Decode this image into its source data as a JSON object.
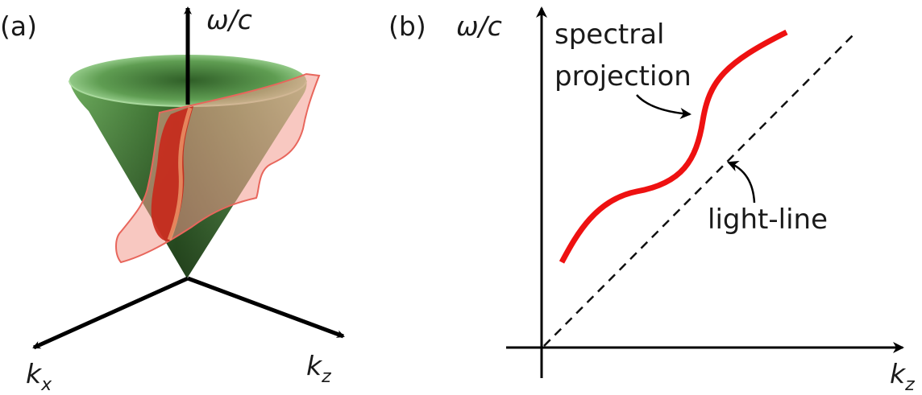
{
  "panel_a": {
    "label": "(a)",
    "axis_vertical": {
      "main": "ω/c"
    },
    "axis_left": {
      "main": "k",
      "sub": "x"
    },
    "axis_right": {
      "main": "k",
      "sub": "z"
    },
    "colors": {
      "cone": "#3f7a34",
      "cone_rim": "#86c07a",
      "plane": "#f29a8e",
      "curve": "#c8281b"
    }
  },
  "panel_b": {
    "label": "(b)",
    "axis_vertical": {
      "main": "ω/c"
    },
    "axis_horizontal": {
      "main": "k",
      "sub": "z"
    },
    "annotation_curve": {
      "line1": "spectral",
      "line2": "projection"
    },
    "annotation_lightline": "light-line",
    "colors": {
      "curve": "#ee1111",
      "lightline": "#111111"
    }
  }
}
